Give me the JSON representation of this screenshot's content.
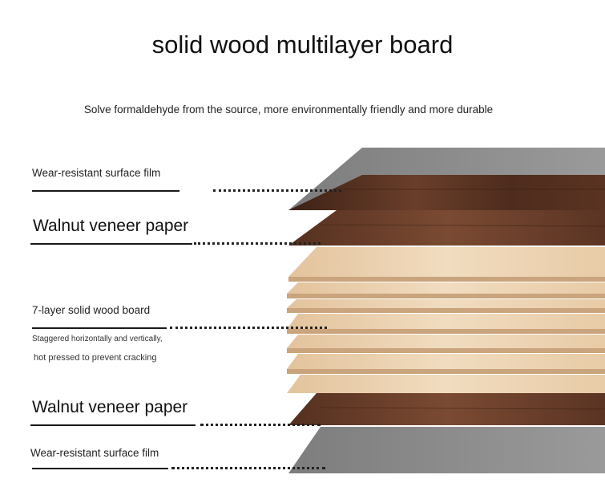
{
  "title": "solid wood multilayer board",
  "subtitle": "Solve formaldehyde from the source, more environmentally friendly and more durable",
  "labels": {
    "top_film": "Wear-resistant surface film",
    "top_veneer": "Walnut veneer paper",
    "core": "7-layer solid wood board",
    "core_note_1": "Staggered horizontally and vertically,",
    "core_note_2": "hot pressed to prevent cracking",
    "bottom_veneer": "Walnut veneer paper",
    "bottom_film": "Wear-resistant surface film"
  },
  "colors": {
    "film": "#8c8c8c",
    "walnut_dark": "#4a2a1c",
    "walnut_mid": "#6b3f2b",
    "core_light": "#e9cfad",
    "core_shade": "#c9a47c"
  }
}
